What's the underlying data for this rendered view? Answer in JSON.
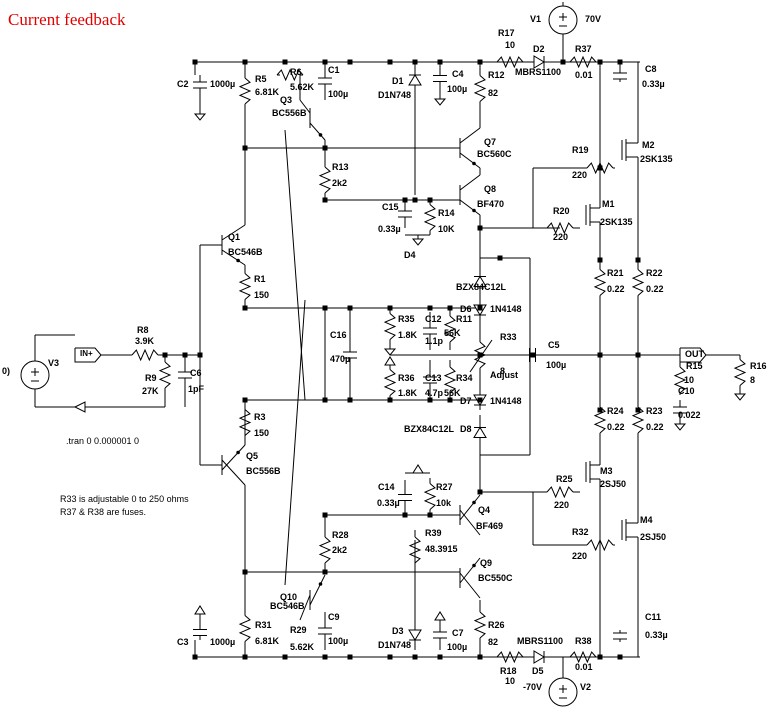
{
  "title": "Current feedback",
  "notes": {
    "line1": "R33 is adjustable 0 to 250 ohms",
    "line2": "R37 & R38 are fuses.",
    "tran": ".tran 0 0.000001 0",
    "left_cut": "0)"
  },
  "ports": {
    "in": "IN+",
    "out": "OUT"
  },
  "labels": [
    {
      "id": "V1",
      "name": "V1",
      "value": "70V"
    },
    {
      "id": "V2",
      "name": "V2",
      "value": "-70V"
    },
    {
      "id": "V3",
      "name": "V3",
      "value": ""
    },
    {
      "id": "R17",
      "name": "R17",
      "value": "10"
    },
    {
      "id": "D2",
      "name": "D2",
      "value": "MBRS1100"
    },
    {
      "id": "R37",
      "name": "R37",
      "value": "0.01"
    },
    {
      "id": "C8",
      "name": "C8",
      "value": "0.33µ"
    },
    {
      "id": "C2",
      "name": "C2",
      "value": "1000µ"
    },
    {
      "id": "R5",
      "name": "R5",
      "value": "6.81K"
    },
    {
      "id": "R6",
      "name": "R6",
      "value": "5.62K"
    },
    {
      "id": "C1",
      "name": "C1",
      "value": "100µ"
    },
    {
      "id": "D1",
      "name": "D1",
      "value": "D1N748"
    },
    {
      "id": "C4",
      "name": "C4",
      "value": "100µ"
    },
    {
      "id": "R12",
      "name": "R12",
      "value": "82"
    },
    {
      "id": "Q3",
      "name": "Q3",
      "value": "BC556B"
    },
    {
      "id": "Q7",
      "name": "Q7",
      "value": "BC560C"
    },
    {
      "id": "R19",
      "name": "R19",
      "value": "220"
    },
    {
      "id": "M2",
      "name": "M2",
      "value": "2SK135"
    },
    {
      "id": "R13",
      "name": "R13",
      "value": "2k2"
    },
    {
      "id": "Q8",
      "name": "Q8",
      "value": "BF470"
    },
    {
      "id": "C15",
      "name": "C15",
      "value": "0.33µ"
    },
    {
      "id": "R14",
      "name": "R14",
      "value": "10K"
    },
    {
      "id": "R20",
      "name": "R20",
      "value": "220"
    },
    {
      "id": "M1",
      "name": "M1",
      "value": "2SK135"
    },
    {
      "id": "Q1",
      "name": "Q1",
      "value": "BC546B"
    },
    {
      "id": "R1",
      "name": "R1",
      "value": "150"
    },
    {
      "id": "D4",
      "name": "D4",
      "value": "BZX84C12L"
    },
    {
      "id": "D6",
      "name": "D6",
      "value": "1N4148"
    },
    {
      "id": "R21",
      "name": "R21",
      "value": "0.22"
    },
    {
      "id": "R22",
      "name": "R22",
      "value": "0.22"
    },
    {
      "id": "R35",
      "name": "R35",
      "value": "1.8K"
    },
    {
      "id": "C12",
      "name": "C12",
      "value": "1.1p"
    },
    {
      "id": "R11",
      "name": "R11",
      "value": "56K"
    },
    {
      "id": "C16",
      "name": "C16",
      "value": "470µ"
    },
    {
      "id": "R33",
      "name": "R33",
      "value": "8"
    },
    {
      "id": "C5",
      "name": "C5",
      "value": "100µ"
    },
    {
      "id": "Adjust",
      "name": "Adjust",
      "value": ""
    },
    {
      "id": "R8",
      "name": "R8",
      "value": "3.9K"
    },
    {
      "id": "R9",
      "name": "R9",
      "value": "27K"
    },
    {
      "id": "C6",
      "name": "C6",
      "value": "1pF"
    },
    {
      "id": "R15",
      "name": "R15",
      "value": "10"
    },
    {
      "id": "C10",
      "name": "C10",
      "value": "0.022"
    },
    {
      "id": "R16",
      "name": "R16",
      "value": "8"
    },
    {
      "id": "R36",
      "name": "R36",
      "value": "1.8K"
    },
    {
      "id": "C13",
      "name": "C13",
      "value": "4.7p"
    },
    {
      "id": "R34",
      "name": "R34",
      "value": "56K"
    },
    {
      "id": "D7",
      "name": "D7",
      "value": "1N4148"
    },
    {
      "id": "D8",
      "name": "D8",
      "value": "BZX84C12L"
    },
    {
      "id": "R3",
      "name": "R3",
      "value": "150"
    },
    {
      "id": "R24",
      "name": "R24",
      "value": "0.22"
    },
    {
      "id": "R23",
      "name": "R23",
      "value": "0.22"
    },
    {
      "id": "Q5",
      "name": "Q5",
      "value": "BC556B"
    },
    {
      "id": "M3",
      "name": "M3",
      "value": "2SJ50"
    },
    {
      "id": "C14",
      "name": "C14",
      "value": "0.33µ"
    },
    {
      "id": "R27",
      "name": "R27",
      "value": "10k"
    },
    {
      "id": "R25",
      "name": "R25",
      "value": "220"
    },
    {
      "id": "Q4",
      "name": "Q4",
      "value": "BF469"
    },
    {
      "id": "M4",
      "name": "M4",
      "value": "2SJ50"
    },
    {
      "id": "R28",
      "name": "R28",
      "value": "2k2"
    },
    {
      "id": "R39",
      "name": "R39",
      "value": "48.3915"
    },
    {
      "id": "R32",
      "name": "R32",
      "value": "220"
    },
    {
      "id": "Q9",
      "name": "Q9",
      "value": "BC550C"
    },
    {
      "id": "Q10",
      "name": "Q10",
      "value": "BC546B"
    },
    {
      "id": "C9",
      "name": "C9",
      "value": "100µ"
    },
    {
      "id": "R31",
      "name": "R31",
      "value": "6.81K"
    },
    {
      "id": "R29",
      "name": "R29",
      "value": "5.62K"
    },
    {
      "id": "C3",
      "name": "C3",
      "value": "1000µ"
    },
    {
      "id": "D3",
      "name": "D3",
      "value": "D1N748"
    },
    {
      "id": "C7",
      "name": "C7",
      "value": "100µ"
    },
    {
      "id": "R26",
      "name": "R26",
      "value": "82"
    },
    {
      "id": "C11",
      "name": "C11",
      "value": "0.33µ"
    },
    {
      "id": "R18",
      "name": "R18",
      "value": "10"
    },
    {
      "id": "D5",
      "name": "D5",
      "value": "MBRS1100"
    },
    {
      "id": "R38",
      "name": "R38",
      "value": "0.01"
    }
  ]
}
